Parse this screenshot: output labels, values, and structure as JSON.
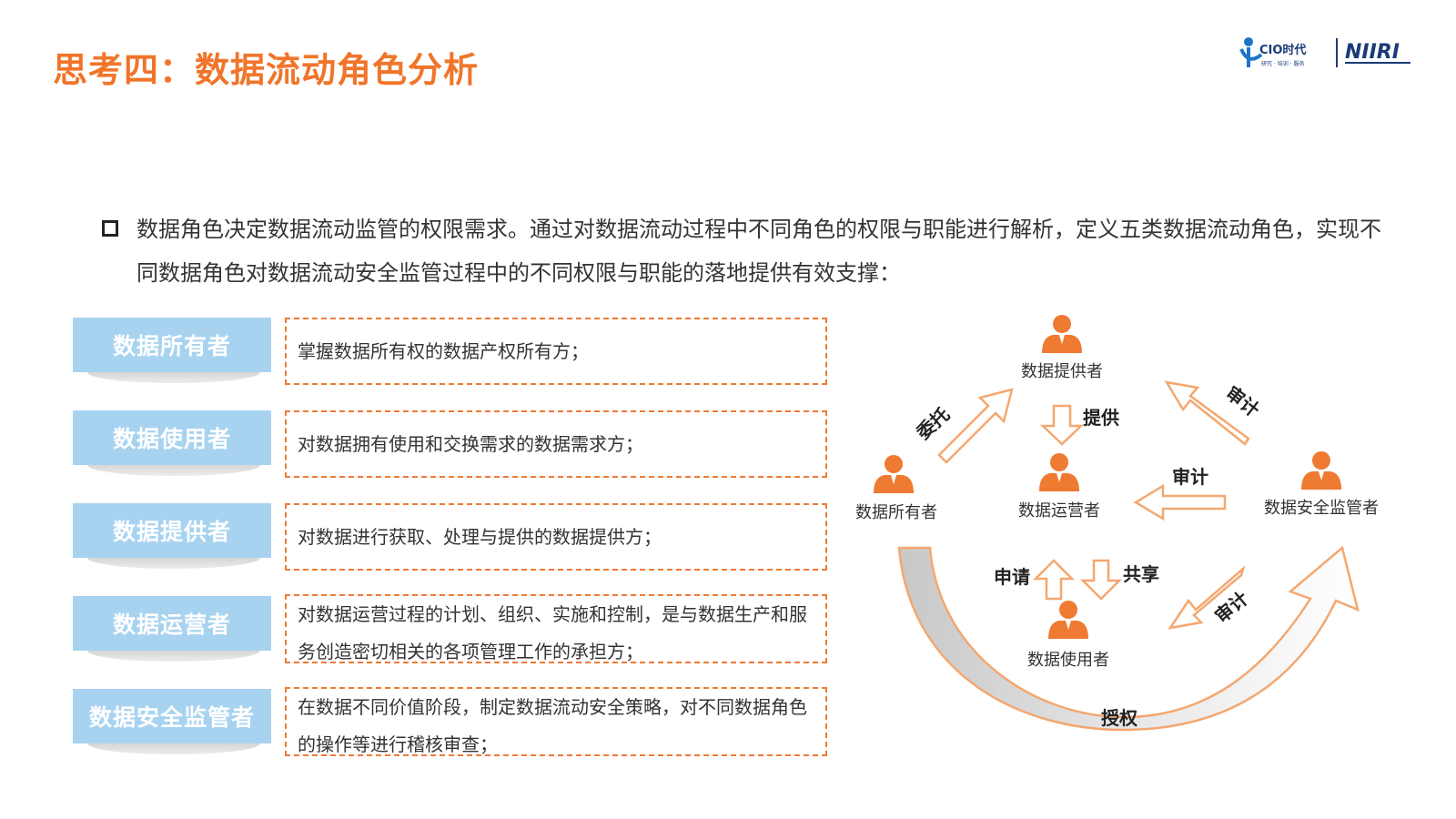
{
  "header": {
    "title": "思考四：数据流动角色分析",
    "logo_left_text": "CIO时代",
    "logo_left_sub": "研究 · 培训 · 服务",
    "logo_right_text": "NIIRI"
  },
  "intro": {
    "text": "数据角色决定数据流动监管的权限需求。通过对数据流动过程中不同角色的权限与职能进行解析，定义五类数据流动角色，实现不同数据角色对数据流动安全监管过程中的不同权限与职能的落地提供有效支撑："
  },
  "roles": [
    {
      "label": "数据所有者",
      "desc": "掌握数据所有权的数据产权所有方；"
    },
    {
      "label": "数据使用者",
      "desc": "对数据拥有使用和交换需求的数据需求方；"
    },
    {
      "label": "数据提供者",
      "desc": "对数据进行获取、处理与提供的数据提供方；"
    },
    {
      "label": "数据运营者",
      "desc": "对数据运营过程的计划、组织、实施和控制，是与数据生产和服务创造密切相关的各项管理工作的承担方；"
    },
    {
      "label": "数据安全监管者",
      "desc": "在数据不同价值阶段，制定数据流动安全策略，对不同数据角色的操作等进行稽核审查；"
    }
  ],
  "diagram": {
    "nodes": {
      "provider": "数据提供者",
      "owner": "数据所有者",
      "operator": "数据运营者",
      "supervisor": "数据安全监管者",
      "user": "数据使用者"
    },
    "actions": {
      "entrust": "委托",
      "audit_top": "审计",
      "provide": "提供",
      "audit_mid": "审计",
      "apply": "申请",
      "share": "共享",
      "audit_bottom": "审计",
      "authorize": "授权"
    },
    "colors": {
      "person": "#ef7a32",
      "arrow": "#f4a76f",
      "accent": "#f0752a",
      "label_bg": "#a8d3f0"
    }
  }
}
